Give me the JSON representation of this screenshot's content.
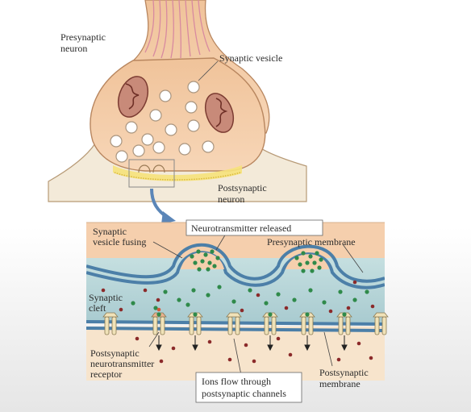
{
  "labels": {
    "presynaptic_neuron": [
      "Presynaptic",
      "neuron"
    ],
    "synaptic_vesicle": "Synaptic vesicle",
    "postsynaptic_neuron": [
      "Postsynaptic",
      "neuron"
    ],
    "vesicle_fusing": [
      "Synaptic",
      "vesicle fusing"
    ],
    "neurotransmitter_released": "Neurotransmitter released",
    "presynaptic_membrane": "Presynaptic membrane",
    "synaptic_cleft": [
      "Synaptic",
      "cleft"
    ],
    "receptor": [
      "Postsynaptic",
      "neurotransmitter",
      "receptor"
    ],
    "ions_flow": [
      "Ions flow through",
      "postsynaptic channels"
    ],
    "postsynaptic_membrane": [
      "Postsynaptic",
      "membrane"
    ]
  },
  "colors": {
    "neuron_fill": "#f3c9a4",
    "neuron_stroke": "#b8865f",
    "axon_stripes": "#d68aa0",
    "mitochondria": "#b07064",
    "vesicle": "#ffffff",
    "synapse_yellow": "#f6e27a",
    "post_neuron": "#f2e8d6",
    "cleft_blue": "#b9d6d8",
    "membrane_blue": "#4c7fa8",
    "neurotransmitter_green": "#2f8a4a",
    "ion_red": "#8b2a2a"
  }
}
